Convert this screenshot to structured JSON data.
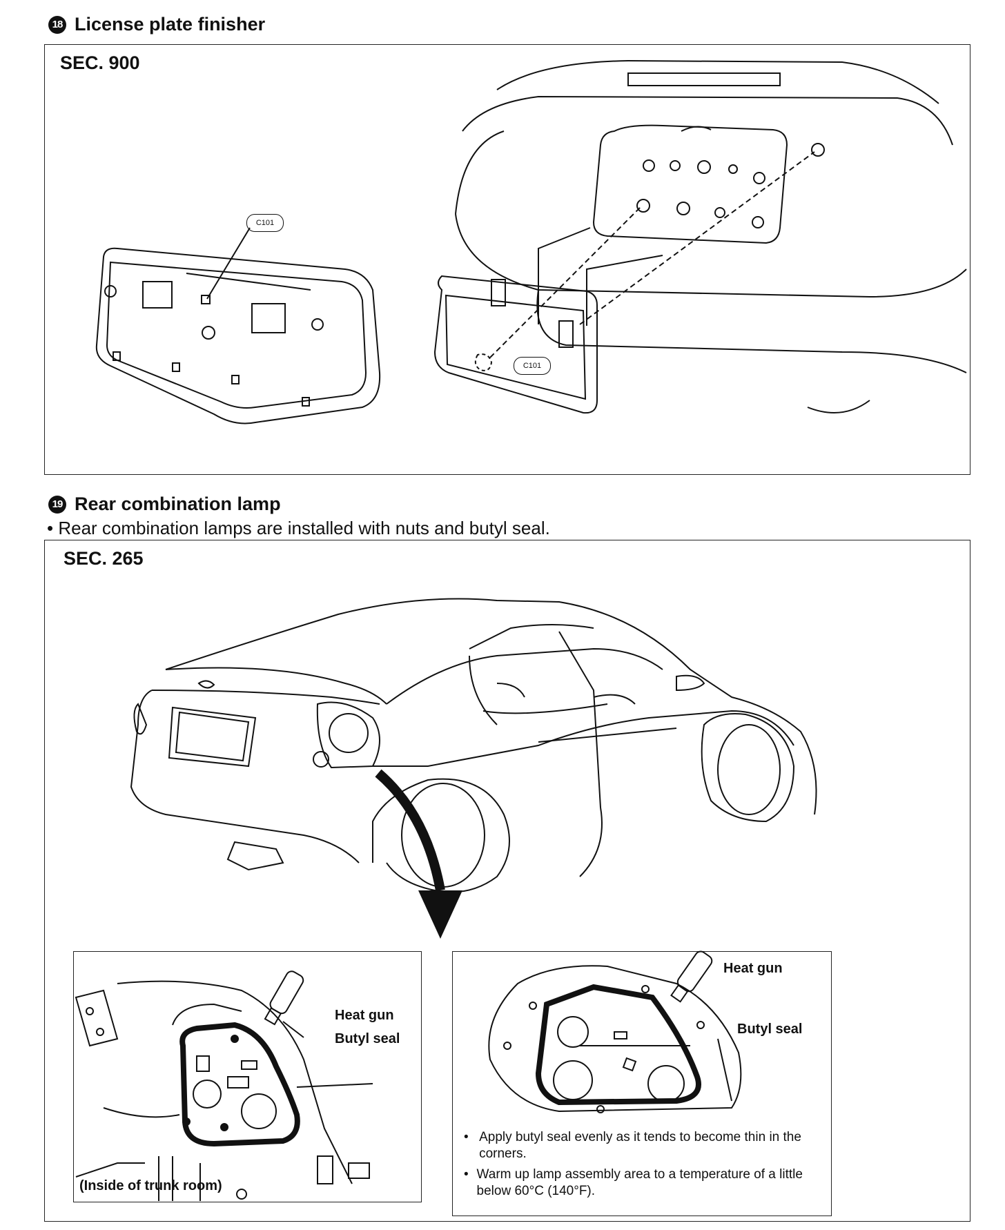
{
  "section18": {
    "number": "18",
    "title": "License plate finisher",
    "sec": "SEC. 900",
    "connector_label_1": "C101",
    "connector_label_2": "C101"
  },
  "section19": {
    "number": "19",
    "title": "Rear combination lamp",
    "bullet": "Rear combination lamps are installed with nuts and butyl seal.",
    "sec": "SEC. 265",
    "left_inset": {
      "heat_gun": "Heat gun",
      "butyl_seal": "Butyl seal",
      "caption": "(Inside of trunk room)"
    },
    "right_inset": {
      "heat_gun": "Heat gun",
      "butyl_seal": "Butyl seal",
      "notes": [
        "Apply butyl seal evenly as it tends to become thin in the corners.",
        "Warm up lamp assembly area to a temperature of a little below 60°C (140°F)."
      ]
    }
  }
}
